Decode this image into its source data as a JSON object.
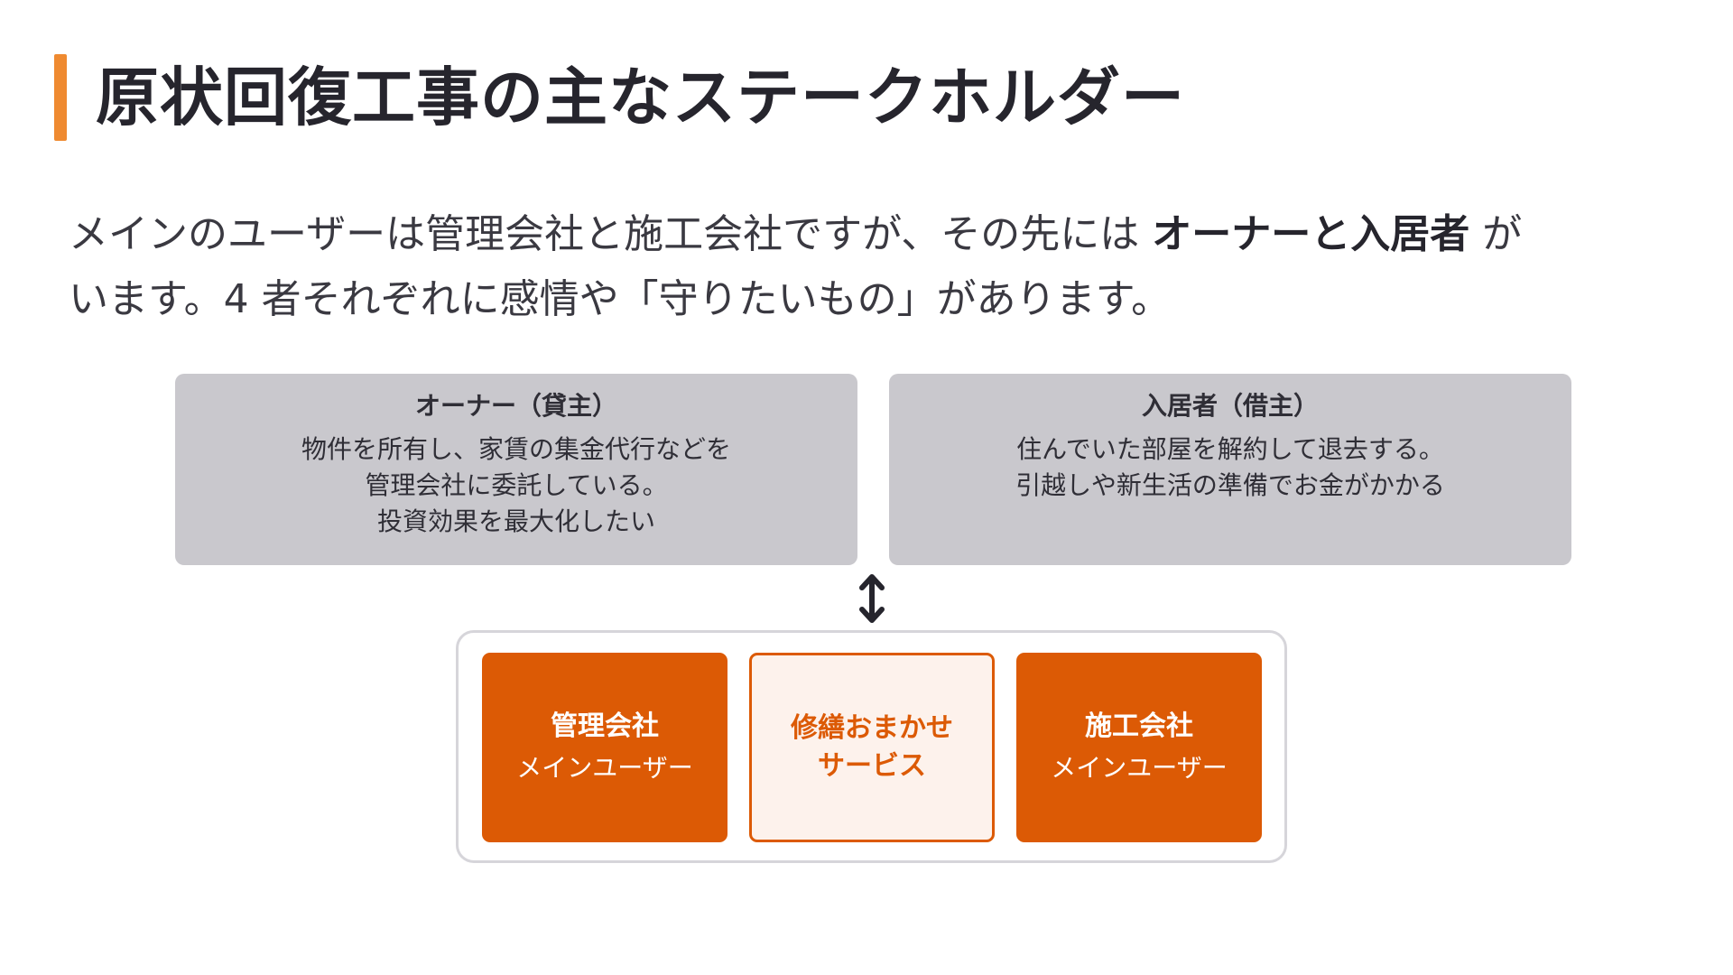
{
  "title": "原状回復工事の主なステークホルダー",
  "lead": {
    "line1_before": "メインのユーザーは管理会社と施工会社ですが、その先には",
    "line1_strong": "オーナーと入居者",
    "line1_after": "が",
    "line2": "います。4 者それぞれに感情や「守りたいもの」があります。"
  },
  "stakeholders": {
    "owner": {
      "title": "オーナー（貸主）",
      "lines": [
        "物件を所有し、家賃の集金代行などを",
        "管理会社に委託している。",
        "投資効果を最大化したい"
      ]
    },
    "tenant": {
      "title": "入居者（借主）",
      "lines": [
        "住んでいた部屋を解約して退去する。",
        "引越しや新生活の準備でお金がかかる"
      ]
    }
  },
  "users": {
    "management": {
      "title": "管理会社",
      "sub": "メインユーザー"
    },
    "service": {
      "title_line1": "修繕おまかせ",
      "title_line2": "サービス"
    },
    "contractor": {
      "title": "施工会社",
      "sub": "メインユーザー"
    }
  },
  "colors": {
    "accent_bar": "#ef8a30",
    "orange": "#dc5a05",
    "gray_box": "#c9c8cd",
    "service_bg": "#fdf2ec"
  },
  "icons": {
    "connector": "double-vertical-arrow-icon"
  }
}
